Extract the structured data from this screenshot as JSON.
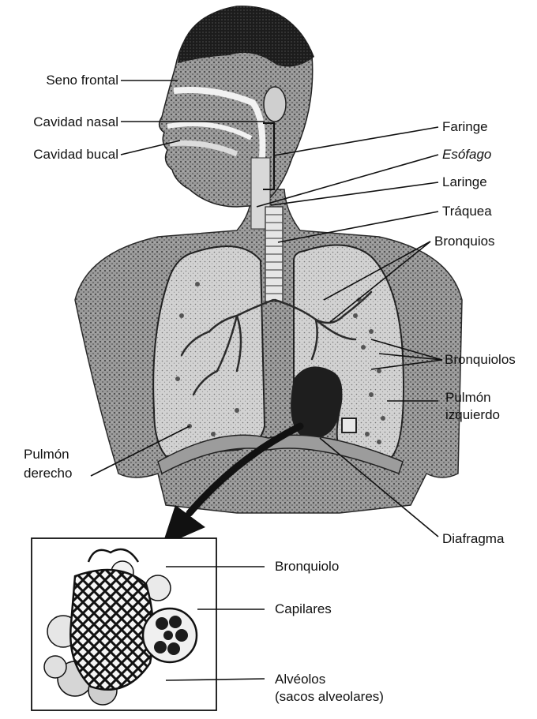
{
  "labels": {
    "seno_frontal": "Seno frontal",
    "cavidad_nasal": "Cavidad nasal",
    "cavidad_bucal": "Cavidad bucal",
    "faringe": "Faringe",
    "esofago": "Esófago",
    "laringe": "Laringe",
    "traquea": "Tráquea",
    "bronquios": "Bronquios",
    "bronquiolos": "Bronquiolos",
    "pulmon_izquierdo_1": "Pulmón",
    "pulmon_izquierdo_2": "izquierdo",
    "pulmon_derecho_1": "Pulmón",
    "pulmon_derecho_2": "derecho",
    "diafragma": "Diafragma",
    "bronquiolo": "Bronquiolo",
    "capilares": "Capilares",
    "alveolos_1": "Alvéolos",
    "alveolos_2": "(sacos alveolares)"
  },
  "colors": {
    "ink": "#111111",
    "shade": "#6e6e6e",
    "light_shade": "#bdbdbd",
    "lung_fill": "#cfcfcf"
  }
}
